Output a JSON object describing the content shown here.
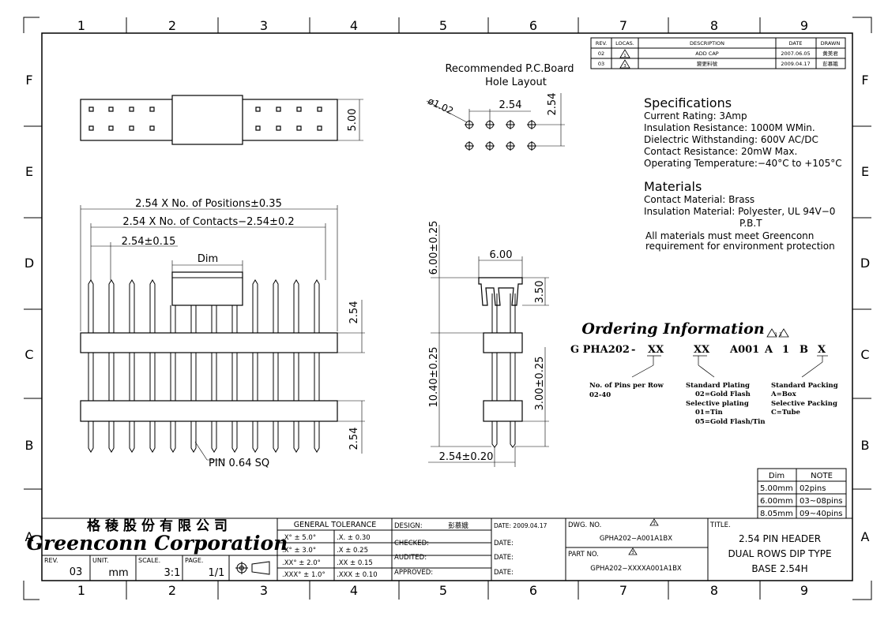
{
  "frame": {
    "columns": [
      "1",
      "2",
      "3",
      "4",
      "5",
      "6",
      "7",
      "8",
      "9"
    ],
    "rows": [
      "F",
      "E",
      "D",
      "C",
      "B",
      "A"
    ]
  },
  "revision_table": {
    "headers": [
      "REV.",
      "LOCAS.",
      "DESCRIPTION",
      "DATE",
      "DRAWN"
    ],
    "rows": [
      {
        "rev": "02",
        "locas": "1",
        "description": "ADD CAP",
        "date": "2007.06.05",
        "drawn": "黄美君"
      },
      {
        "rev": "03",
        "locas": "3",
        "description": "變更料號",
        "date": "2009.04.17",
        "drawn": "彭慕娥"
      }
    ]
  },
  "pcb_layout": {
    "title_line1": "Recommended P.C.Board",
    "title_line2": "Hole Layout",
    "hole_dia": "ø1.02",
    "pitch_x": "2.54",
    "pitch_y": "2.54"
  },
  "top_view": {
    "height": "5.00"
  },
  "front_view": {
    "dim_positions": "2.54 X No. of Positions±0.35",
    "dim_contacts": "2.54 X No. of Contacts−2.54±0.2",
    "dim_pitch": "2.54±0.15",
    "dim_label": "Dim",
    "dim_right_top": "2.54",
    "dim_right_bottom": "2.54",
    "pin_callout": "PIN 0.64 SQ"
  },
  "side_view": {
    "width": "6.00",
    "cap_height": "3.50",
    "total_top": "6.00±0.25",
    "pin_length": "10.40±0.25",
    "tail": "3.00±0.25",
    "row_pitch": "2.54±0.20"
  },
  "specifications": {
    "title": "Specifications",
    "lines": [
      "Current Rating:   3Amp",
      "Insulation Resistance:  1000M WMin.",
      "Dielectric Withstanding:   600V AC/DC",
      "Contact Resistance:   20mW Max.",
      "Operating Temperature:−40°C to +105°C"
    ]
  },
  "materials": {
    "title": "Materials",
    "lines": [
      "Contact Material: Brass",
      "Insulation Material: Polyester, UL 94V−0",
      "P.B.T",
      "All materials must meet Greenconn",
      "requirement for environment protection"
    ]
  },
  "ordering": {
    "title": "Ordering Information",
    "marks": "1 3",
    "part": {
      "p1": "G PHA202",
      "dash": "-",
      "xx1": "XX",
      "xx2": "XX",
      "a001": "A001",
      "a": "A",
      "one": "1",
      "b": "B",
      "x": "X"
    },
    "pins_text": [
      "No. of Pins per Row",
      "02-40"
    ],
    "plating_text": [
      "Standard Plating",
      "02=Gold Flash",
      "Selective plating",
      "01=Tin",
      "05=Gold Flash/Tin"
    ],
    "packing_text": [
      "Standard Packing",
      "A=Box",
      "Selective Packing",
      "C=Tube"
    ]
  },
  "dim_table": {
    "headers": [
      "Dim",
      "NOTE"
    ],
    "rows": [
      {
        "dim": "5.00mm",
        "note": "02pins"
      },
      {
        "dim": "6.00mm",
        "note": "03~08pins"
      },
      {
        "dim": "8.05mm",
        "note": "09~40pins"
      }
    ]
  },
  "title_block": {
    "company_cn": "格稜股份有限公司",
    "company_en": "Greenconn Corporation",
    "rev_label": "REV.",
    "rev": "03",
    "unit_label": "UNIT.",
    "unit": "mm",
    "scale_label": "SCALE.",
    "scale": "3:1",
    "page_label": "PAGE.",
    "page": "1/1",
    "tolerance_title": "GENERAL TOLERANCE",
    "tolerance": [
      [
        ".X° ± 5.0°",
        ".X.   ± 0.30"
      ],
      [
        ".X° ± 3.0°",
        ".X    ± 0.25"
      ],
      [
        ".XX° ± 2.0°",
        ".XX   ± 0.15"
      ],
      [
        ".XXX° ± 1.0°",
        ".XXX  ± 0.10"
      ]
    ],
    "design_label": "DESIGN:",
    "designer": "彭慕娥",
    "checked_label": "CHECKED:",
    "audited_label": "AUDITED:",
    "approved_label": "APPROVED:",
    "date_label": "DATE:",
    "design_date": "DATE: 2009.04.17",
    "dwg_label": "DWG. NO.",
    "dwg_no": "GPHA202−A001A1BX",
    "part_label": "PART NO.",
    "part_no": "GPHA202−XXXXA001A1BX",
    "rev_mark": "3",
    "title_label": "TITLE.",
    "title_lines": [
      "2.54 PIN HEADER",
      "DUAL ROWS DIP TYPE",
      "BASE 2.54H"
    ]
  }
}
